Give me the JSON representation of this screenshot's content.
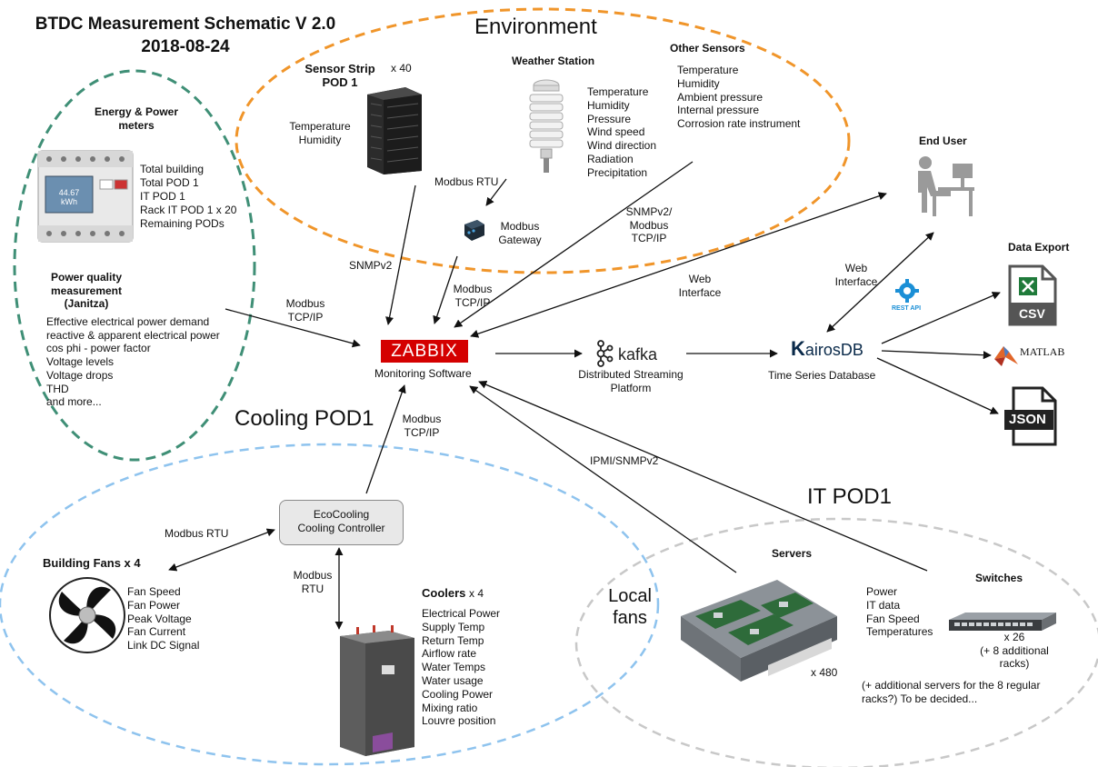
{
  "title": {
    "line1": "BTDC Measurement Schematic V 2.0",
    "line2": "2018-08-24"
  },
  "groups": {
    "environment": "Environment",
    "cooling": "Cooling POD1",
    "it": "IT POD1",
    "local_fans": [
      "Local",
      "fans"
    ]
  },
  "energy": {
    "title": [
      "Energy & Power",
      "meters"
    ],
    "meter_display": [
      "44.67",
      "kWh"
    ],
    "items": [
      "Total building",
      "Total POD 1",
      "IT POD 1",
      "Rack IT POD 1 x 20",
      "Remaining PODs"
    ],
    "pq_title": [
      "Power quality",
      "measurement",
      "(Janitza)"
    ],
    "pq_items": [
      "Effective electrical power demand",
      "reactive & apparent electrical power",
      "cos phi - power factor",
      "Voltage levels",
      "Voltage drops",
      "THD",
      "and more..."
    ]
  },
  "sensor_strip": {
    "title": [
      "Sensor Strip",
      "POD 1"
    ],
    "count": "x 40",
    "items": [
      "Temperature",
      "Humidity"
    ]
  },
  "weather": {
    "title": "Weather Station",
    "items": [
      "Temperature",
      "Humidity",
      "Pressure",
      "Wind speed",
      "Wind direction",
      "Radiation",
      "Precipitation"
    ]
  },
  "other_sensors": {
    "title": "Other Sensors",
    "items": [
      "Temperature",
      "Humidity",
      "Ambient pressure",
      "Internal pressure",
      "Corrosion rate instrument"
    ]
  },
  "gateway": {
    "label": [
      "Modbus",
      "Gateway"
    ]
  },
  "zabbix": {
    "logo": "ZABBIX",
    "label": "Monitoring Software"
  },
  "kafka": {
    "logo": "kafka",
    "label": [
      "Distributed Streaming",
      "Platform"
    ]
  },
  "kairos": {
    "logo_k": "K",
    "logo_rest": "airosDB",
    "label": "Time Series Database"
  },
  "end_user": {
    "title": "End User"
  },
  "data_export": {
    "title": "Data Export",
    "csv": "CSV",
    "matlab": "MATLAB",
    "json": "JSON"
  },
  "rest_api": "REST API",
  "edges": {
    "modbus_rtu_top": "Modbus RTU",
    "snmpv2": "SNMPv2",
    "modbus_tcp_gw": [
      "Modbus",
      "TCP/IP"
    ],
    "snmpv2_modbus": [
      "SNMPv2/",
      "Modbus",
      "TCP/IP"
    ],
    "web_interface_1": [
      "Web",
      "Interface"
    ],
    "web_interface_2": [
      "Web",
      "Interface"
    ],
    "modbus_tcp_energy": [
      "Modbus",
      "TCP/IP"
    ],
    "modbus_tcp_cooling": [
      "Modbus",
      "TCP/IP"
    ],
    "ipmi": "IPMI/SNMPv2",
    "modbus_rtu_fans": "Modbus RTU",
    "modbus_rtu_coolers": [
      "Modbus",
      "RTU"
    ]
  },
  "ecocooling": {
    "label": [
      "EcoCooling",
      "Cooling Controller"
    ]
  },
  "fans": {
    "title": "Building Fans x 4",
    "items": [
      "Fan Speed",
      "Fan Power",
      "Peak Voltage",
      "Fan Current",
      "Link DC Signal"
    ]
  },
  "coolers": {
    "title": "Coolers",
    "count": "x 4",
    "items": [
      "Electrical Power",
      "Supply Temp",
      "Return Temp",
      "Airflow rate",
      "Water Temps",
      "Water usage",
      "Cooling Power",
      "Mixing ratio",
      "Louvre position"
    ]
  },
  "servers": {
    "title": "Servers",
    "count": "x 480",
    "items": [
      "Power",
      "IT data",
      "Fan Speed",
      "Temperatures"
    ],
    "note": [
      "(+ additional servers for the 8 regular",
      "racks?) To be decided..."
    ]
  },
  "switches": {
    "title": "Switches",
    "count": [
      "x 26",
      "(+ 8 additional",
      "racks)"
    ]
  },
  "colors": {
    "environment": "#f0952a",
    "energy": "#3f8f76",
    "cooling": "#8ec3ee",
    "it": "#c8c8c8",
    "zabbix": "#d40000"
  }
}
